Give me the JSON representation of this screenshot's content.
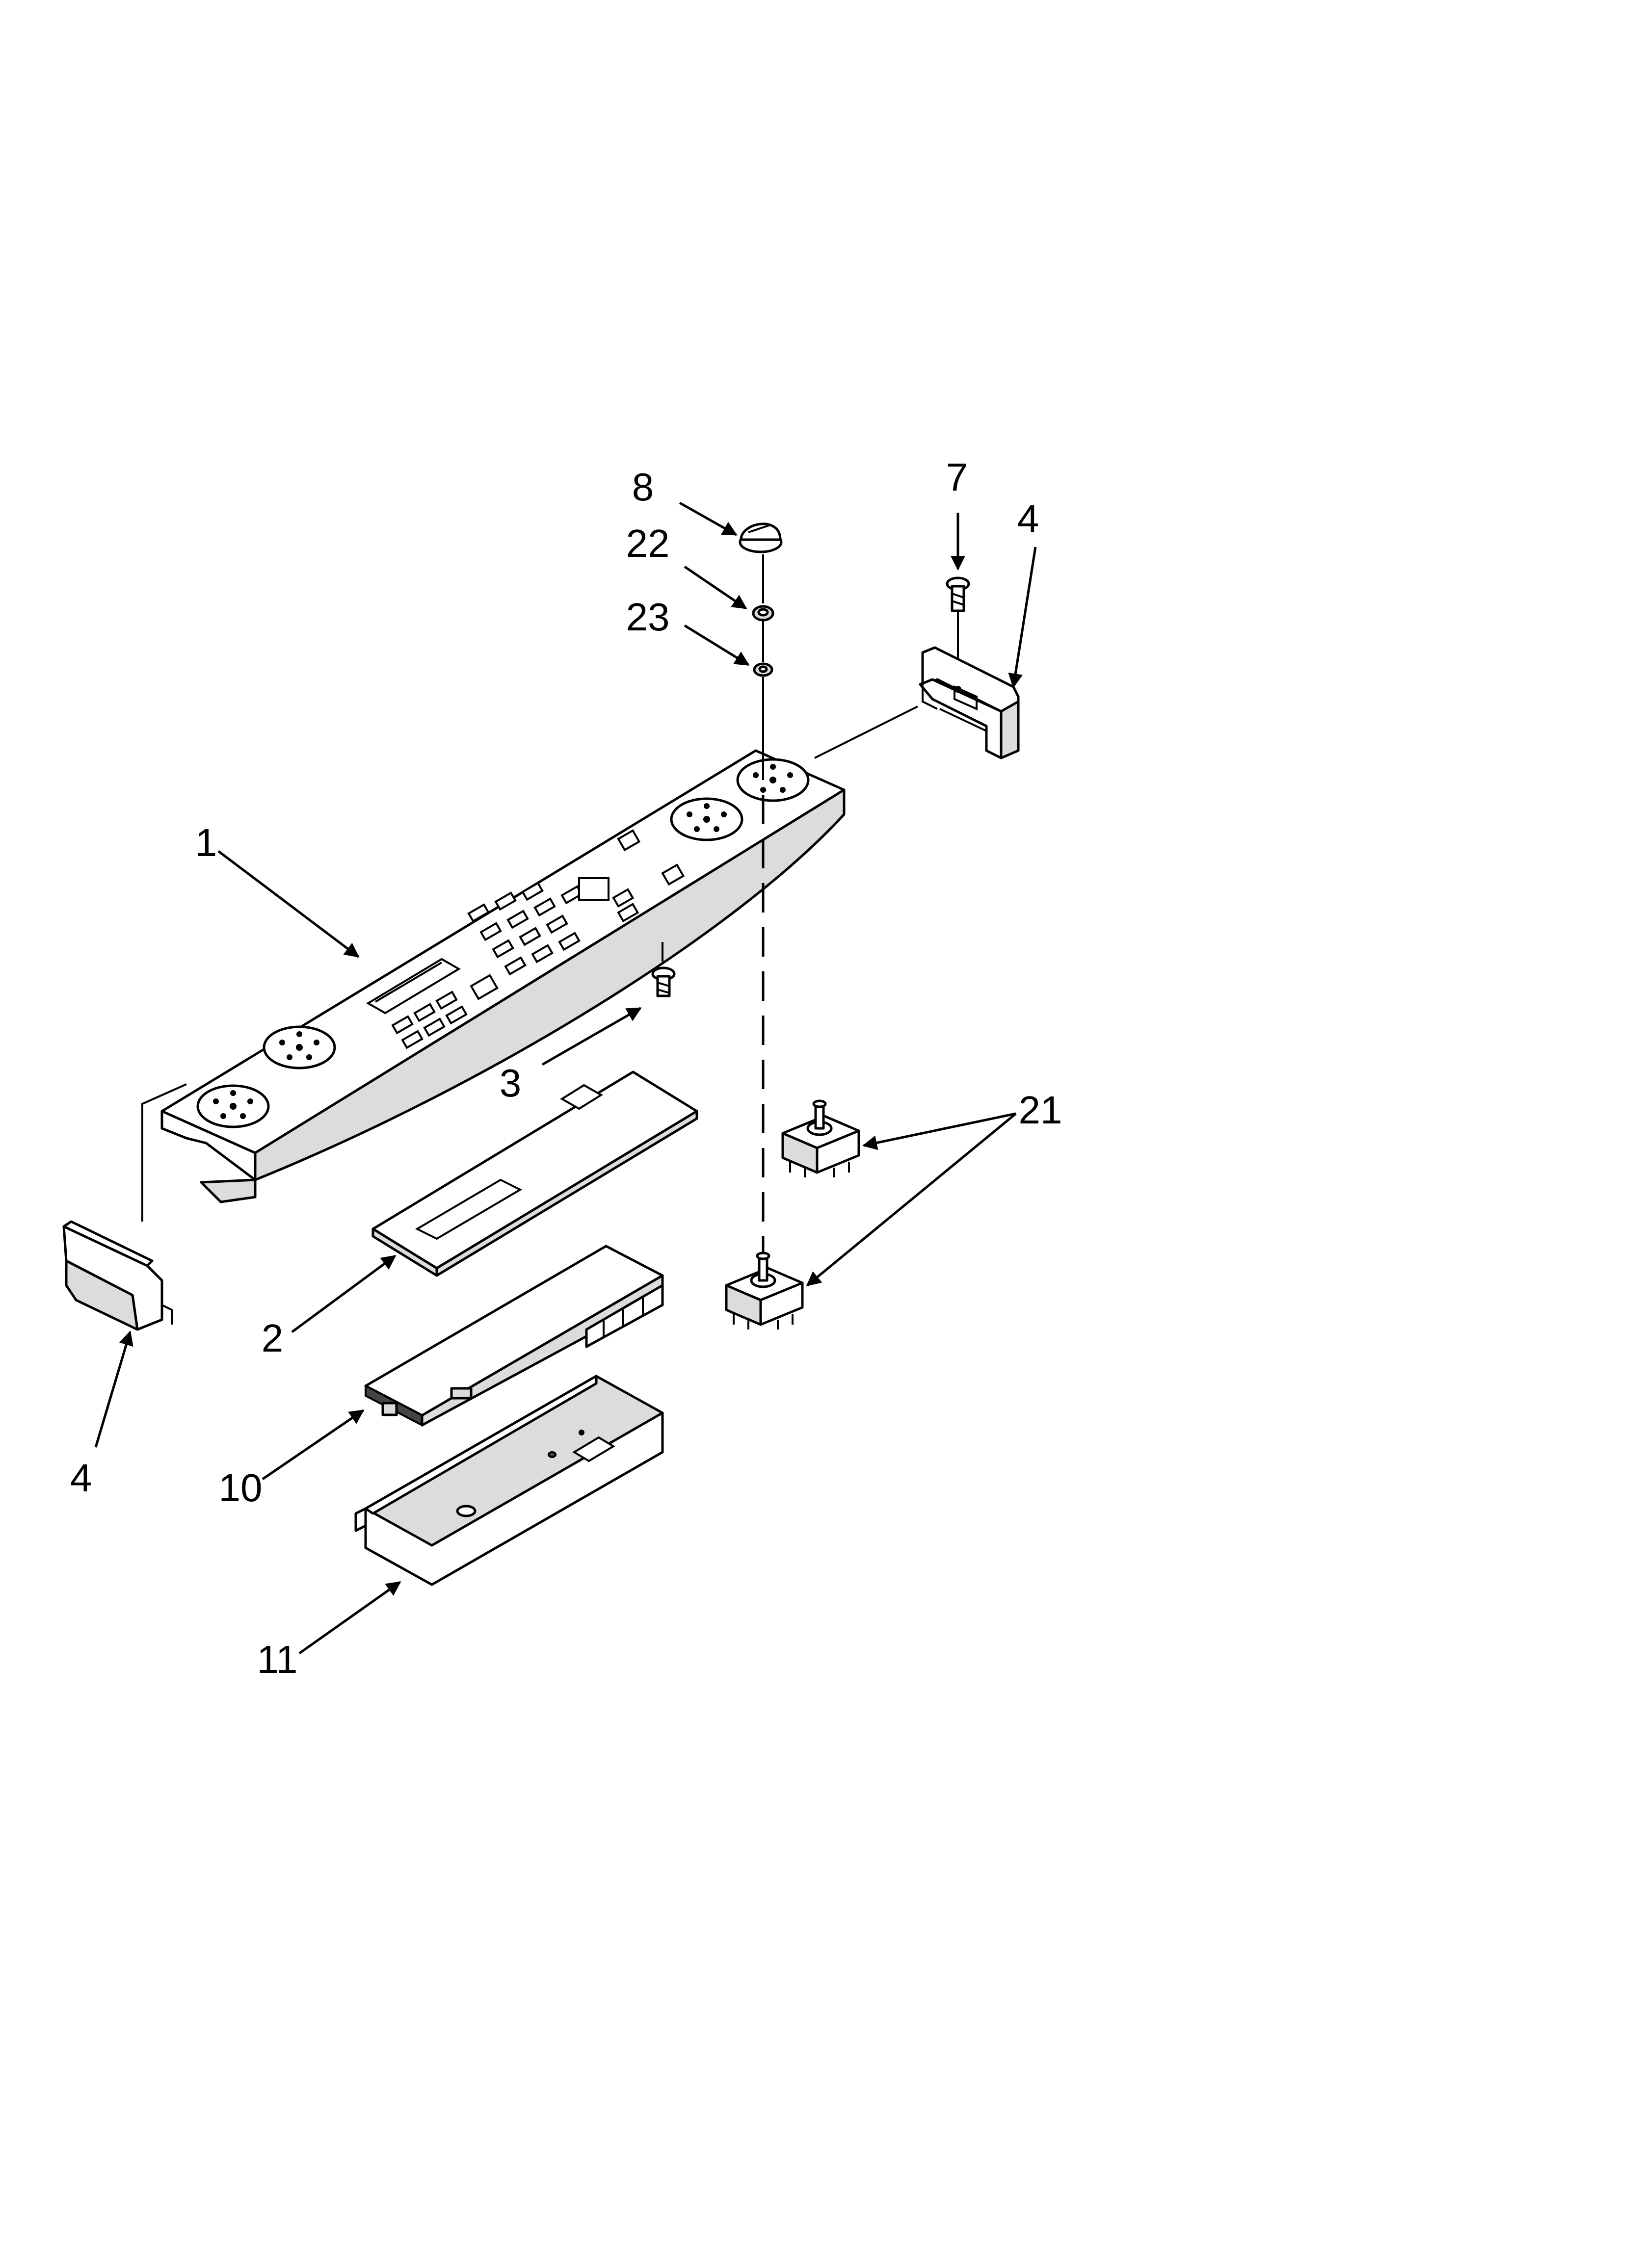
{
  "diagram": {
    "callouts": [
      {
        "id": "c8",
        "label": "8"
      },
      {
        "id": "c7",
        "label": "7"
      },
      {
        "id": "c4-top",
        "label": "4"
      },
      {
        "id": "c22",
        "label": "22"
      },
      {
        "id": "c23",
        "label": "23"
      },
      {
        "id": "c1",
        "label": "1"
      },
      {
        "id": "c3",
        "label": "3"
      },
      {
        "id": "c21",
        "label": "21"
      },
      {
        "id": "c2",
        "label": "2"
      },
      {
        "id": "c4-left",
        "label": "4"
      },
      {
        "id": "c10",
        "label": "10"
      },
      {
        "id": "c11",
        "label": "11"
      }
    ]
  }
}
